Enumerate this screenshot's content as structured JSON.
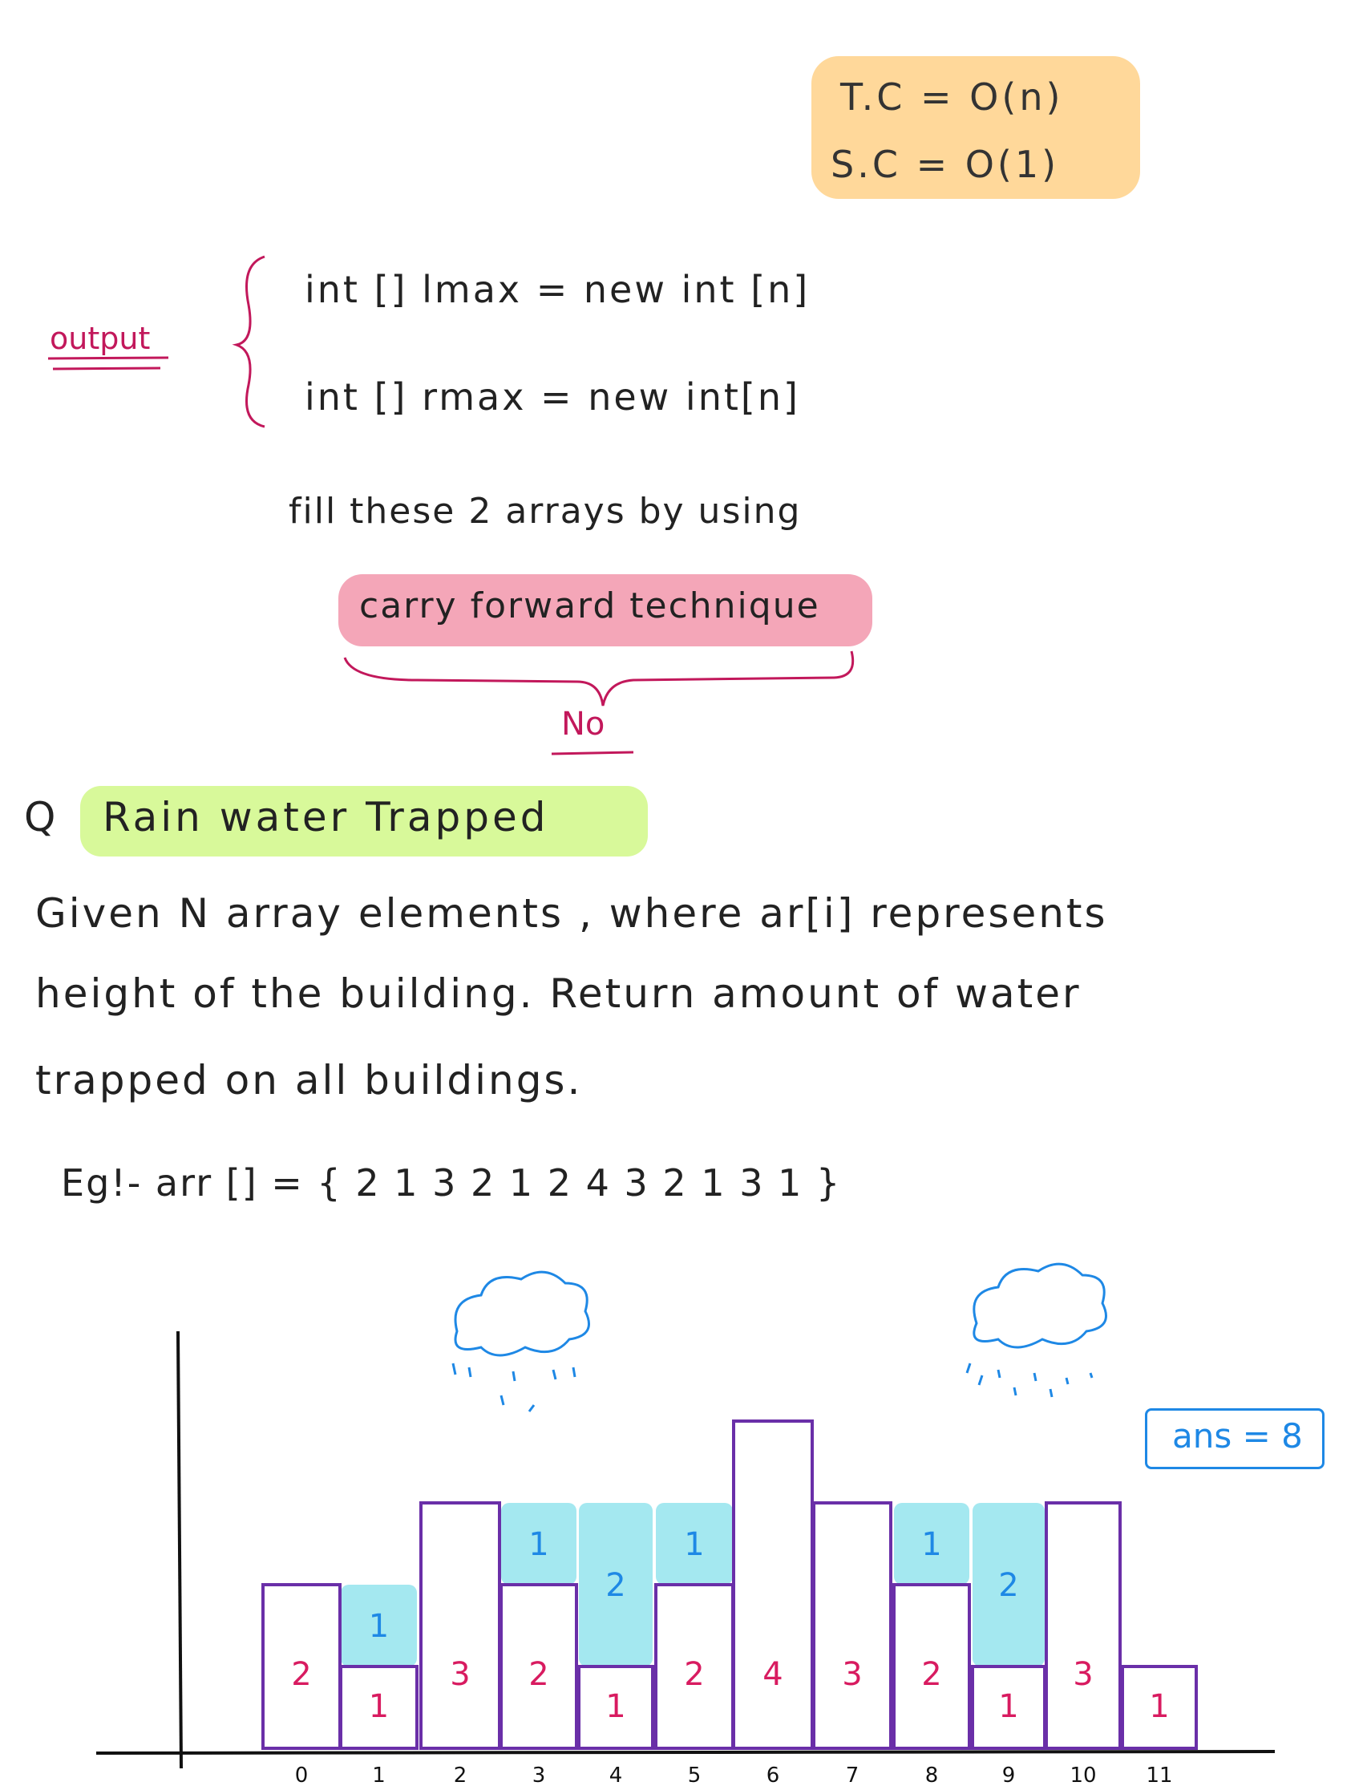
{
  "complexity": {
    "time": "T.C  =  O(n)",
    "space": "S.C  =  O(1)"
  },
  "arrays": {
    "line1": "int [] lmax  =   new  int [n]",
    "line2": "int [] rmax  =  new   int[n]",
    "output_label": "output"
  },
  "fill_text": "fill  these  2 arrays  by  using",
  "technique": "carry  forward  technique",
  "no_label": "No",
  "question": {
    "marker": "Q",
    "title": "Rain  water  Trapped"
  },
  "description": {
    "line1": "Given  N  array  elements , where  ar[i] represents",
    "line2": "height  of  the  building. Return  amount  of water",
    "line3": "trapped  on  all  buildings."
  },
  "example": "Eg!-  arr [] = { 2  1  3  2  1 2 4  3  2 1  3 1 }",
  "answer": "ans = 8",
  "chart_data": {
    "type": "bar",
    "categories": [
      "0",
      "1",
      "2",
      "3",
      "4",
      "5",
      "6",
      "7",
      "8",
      "9",
      "10",
      "11"
    ],
    "values": [
      2,
      1,
      3,
      2,
      1,
      2,
      4,
      3,
      2,
      1,
      3,
      1
    ],
    "bar_labels": [
      "2",
      "1",
      "3",
      "2",
      "1",
      "2",
      "4",
      "3",
      "2",
      "1",
      "3",
      "1"
    ],
    "water": [
      0,
      1,
      0,
      1,
      2,
      1,
      0,
      0,
      1,
      2,
      0,
      0
    ],
    "water_labels": [
      "",
      "1",
      "",
      "1",
      "2",
      "1",
      "",
      "",
      "1",
      "2",
      "",
      ""
    ],
    "ylim": [
      0,
      4
    ],
    "title": "",
    "xlabel": "",
    "ylabel": "",
    "colors": {
      "bar_stroke": "#6a2fa8",
      "water": "#a4e8f0",
      "bar_label": "#d81b60",
      "water_label": "#1e88e5"
    }
  }
}
